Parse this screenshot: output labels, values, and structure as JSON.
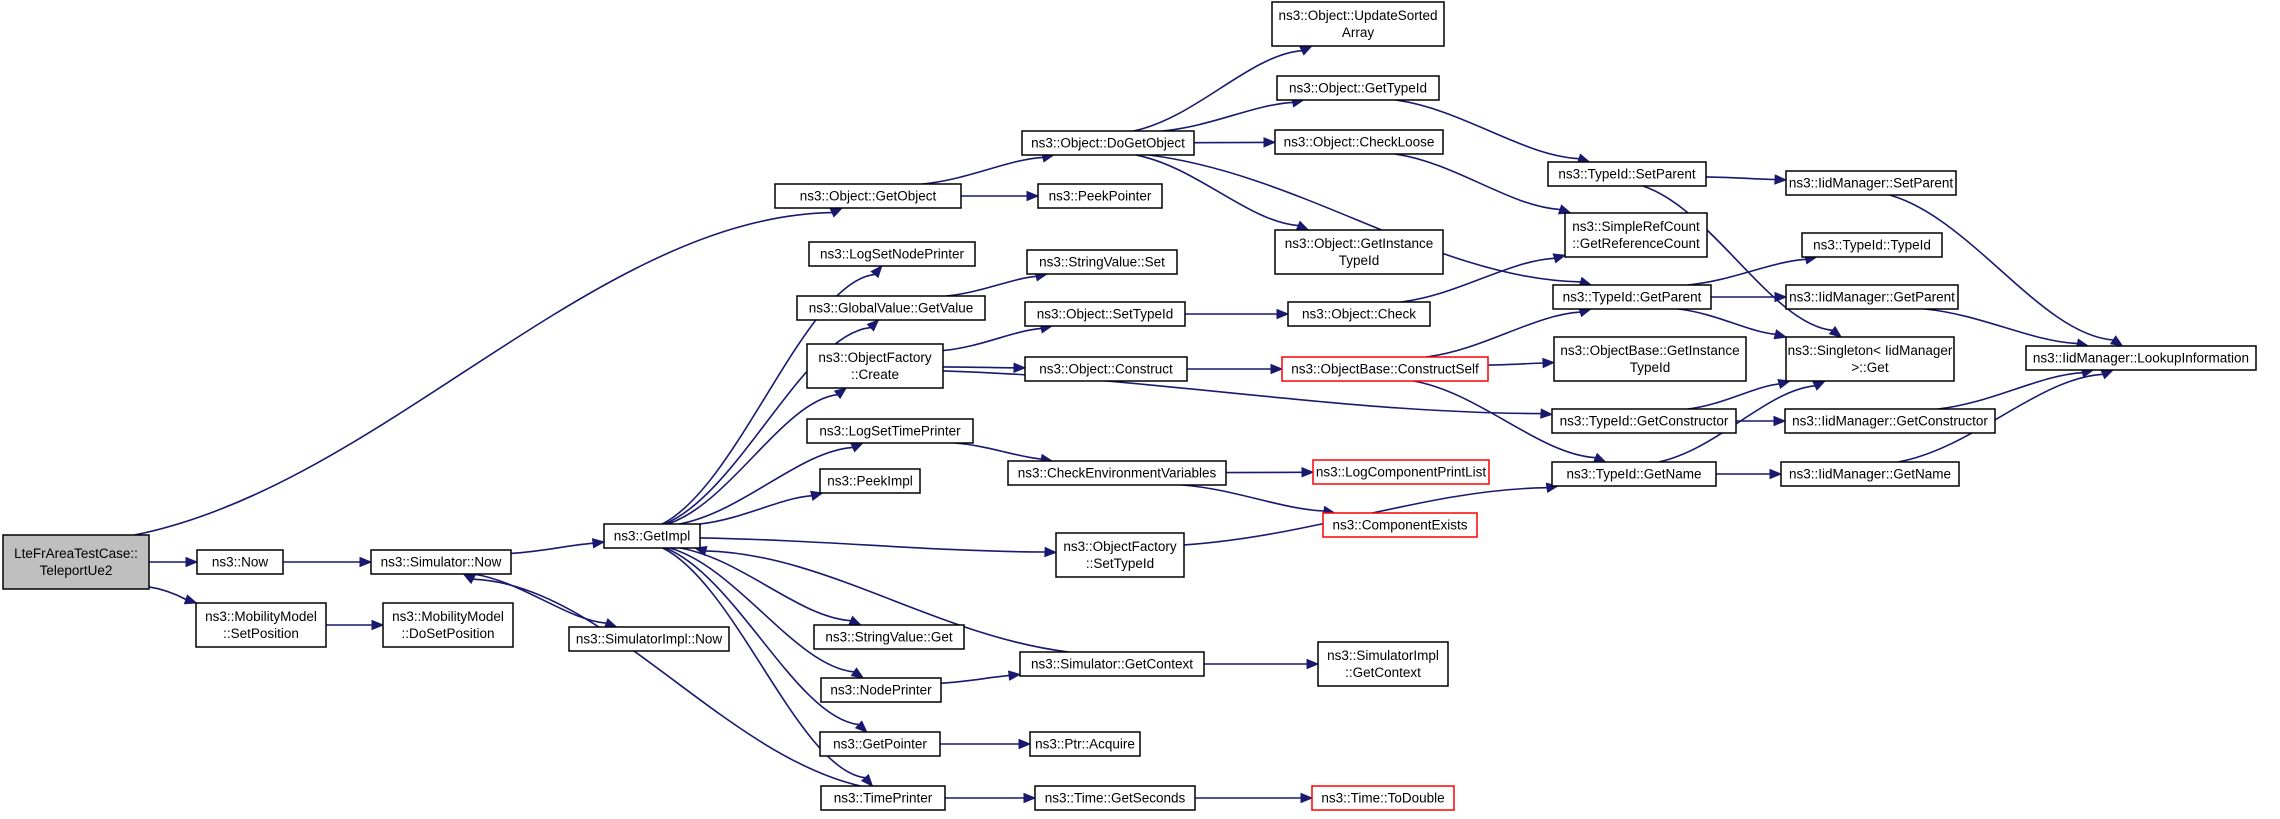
{
  "nodes": [
    {
      "id": "root",
      "lines": [
        "LteFrAreaTestCase::",
        "TeleportUe2"
      ],
      "style": "root"
    },
    {
      "id": "now",
      "lines": [
        "ns3::Now"
      ]
    },
    {
      "id": "mm_setpos",
      "lines": [
        "ns3::MobilityModel",
        "::SetPosition"
      ]
    },
    {
      "id": "sim_now",
      "lines": [
        "ns3::Simulator::Now"
      ]
    },
    {
      "id": "mm_dosetpos",
      "lines": [
        "ns3::MobilityModel",
        "::DoSetPosition"
      ]
    },
    {
      "id": "getobject",
      "lines": [
        "ns3::Object::GetObject"
      ]
    },
    {
      "id": "getimpl",
      "lines": [
        "ns3::GetImpl"
      ]
    },
    {
      "id": "simimpl_now",
      "lines": [
        "ns3::SimulatorImpl::Now"
      ]
    },
    {
      "id": "dogetobject",
      "lines": [
        "ns3::Object::DoGetObject"
      ]
    },
    {
      "id": "peekpointer",
      "lines": [
        "ns3::PeekPointer"
      ]
    },
    {
      "id": "logsetnodeprinter",
      "lines": [
        "ns3::LogSetNodePrinter"
      ]
    },
    {
      "id": "gv_getvalue",
      "lines": [
        "ns3::GlobalValue::GetValue"
      ]
    },
    {
      "id": "of_create",
      "lines": [
        "ns3::ObjectFactory",
        "::Create"
      ]
    },
    {
      "id": "logsettimeprinter",
      "lines": [
        "ns3::LogSetTimePrinter"
      ]
    },
    {
      "id": "peekimpl",
      "lines": [
        "ns3::PeekImpl"
      ]
    },
    {
      "id": "sv_get",
      "lines": [
        "ns3::StringValue::Get"
      ]
    },
    {
      "id": "nodeprinter",
      "lines": [
        "ns3::NodePrinter"
      ]
    },
    {
      "id": "getpointer",
      "lines": [
        "ns3::GetPointer"
      ]
    },
    {
      "id": "timeprinter",
      "lines": [
        "ns3::TimePrinter"
      ]
    },
    {
      "id": "sv_set",
      "lines": [
        "ns3::StringValue::Set"
      ]
    },
    {
      "id": "obj_settypeid",
      "lines": [
        "ns3::Object::SetTypeId"
      ]
    },
    {
      "id": "obj_construct",
      "lines": [
        "ns3::Object::Construct"
      ]
    },
    {
      "id": "checkenv",
      "lines": [
        "ns3::CheckEnvironmentVariables"
      ]
    },
    {
      "id": "of_settypeid",
      "lines": [
        "ns3::ObjectFactory",
        "::SetTypeId"
      ]
    },
    {
      "id": "sim_getcontext",
      "lines": [
        "ns3::Simulator::GetContext"
      ]
    },
    {
      "id": "ptr_acquire",
      "lines": [
        "ns3::Ptr::Acquire"
      ]
    },
    {
      "id": "time_getseconds",
      "lines": [
        "ns3::Time::GetSeconds"
      ]
    },
    {
      "id": "obj_updatesorted",
      "lines": [
        "ns3::Object::UpdateSorted",
        "Array"
      ]
    },
    {
      "id": "obj_gettypeid",
      "lines": [
        "ns3::Object::GetTypeId"
      ]
    },
    {
      "id": "obj_checkloose",
      "lines": [
        "ns3::Object::CheckLoose"
      ]
    },
    {
      "id": "obj_getinstancetypeid",
      "lines": [
        "ns3::Object::GetInstance",
        "TypeId"
      ]
    },
    {
      "id": "obj_check",
      "lines": [
        "ns3::Object::Check"
      ]
    },
    {
      "id": "ob_constructself",
      "lines": [
        "ns3::ObjectBase::ConstructSelf"
      ],
      "style": "red"
    },
    {
      "id": "logcomponentprintlist",
      "lines": [
        "ns3::LogComponentPrintList"
      ],
      "style": "red"
    },
    {
      "id": "componentexists",
      "lines": [
        "ns3::ComponentExists"
      ],
      "style": "red"
    },
    {
      "id": "simimpl_getcontext",
      "lines": [
        "ns3::SimulatorImpl",
        "::GetContext"
      ]
    },
    {
      "id": "time_todouble",
      "lines": [
        "ns3::Time::ToDouble"
      ],
      "style": "red"
    },
    {
      "id": "tid_setparent",
      "lines": [
        "ns3::TypeId::SetParent"
      ]
    },
    {
      "id": "simplerefcount",
      "lines": [
        "ns3::SimpleRefCount",
        "::GetReferenceCount"
      ]
    },
    {
      "id": "tid_getparent",
      "lines": [
        "ns3::TypeId::GetParent"
      ]
    },
    {
      "id": "ob_getinstancetypeid",
      "lines": [
        "ns3::ObjectBase::GetInstance",
        "TypeId"
      ]
    },
    {
      "id": "tid_getconstructor",
      "lines": [
        "ns3::TypeId::GetConstructor"
      ]
    },
    {
      "id": "tid_getname",
      "lines": [
        "ns3::TypeId::GetName"
      ]
    },
    {
      "id": "iid_setparent",
      "lines": [
        "ns3::IidManager::SetParent"
      ]
    },
    {
      "id": "tid_typeid",
      "lines": [
        "ns3::TypeId::TypeId"
      ]
    },
    {
      "id": "iid_getparent",
      "lines": [
        "ns3::IidManager::GetParent"
      ]
    },
    {
      "id": "singleton_get",
      "lines": [
        "ns3::Singleton< IidManager",
        " >::Get"
      ]
    },
    {
      "id": "iid_getconstructor",
      "lines": [
        "ns3::IidManager::GetConstructor"
      ]
    },
    {
      "id": "iid_getname",
      "lines": [
        "ns3::IidManager::GetName"
      ]
    },
    {
      "id": "iid_lookup",
      "lines": [
        "ns3::IidManager::LookupInformation"
      ]
    }
  ],
  "edges": [
    [
      "root",
      "getobject"
    ],
    [
      "root",
      "now"
    ],
    [
      "root",
      "mm_setpos"
    ],
    [
      "now",
      "sim_now"
    ],
    [
      "mm_setpos",
      "mm_dosetpos"
    ],
    [
      "sim_now",
      "getimpl"
    ],
    [
      "sim_now",
      "simimpl_now"
    ],
    [
      "getobject",
      "dogetobject"
    ],
    [
      "getobject",
      "peekpointer"
    ],
    [
      "getimpl",
      "logsetnodeprinter"
    ],
    [
      "getimpl",
      "gv_getvalue"
    ],
    [
      "getimpl",
      "of_create"
    ],
    [
      "getimpl",
      "logsettimeprinter"
    ],
    [
      "getimpl",
      "peekimpl"
    ],
    [
      "getimpl",
      "of_settypeid"
    ],
    [
      "getimpl",
      "sv_get"
    ],
    [
      "getimpl",
      "nodeprinter"
    ],
    [
      "getimpl",
      "getpointer"
    ],
    [
      "getimpl",
      "timeprinter"
    ],
    [
      "dogetobject",
      "obj_updatesorted"
    ],
    [
      "dogetobject",
      "obj_gettypeid"
    ],
    [
      "dogetobject",
      "obj_checkloose"
    ],
    [
      "dogetobject",
      "obj_getinstancetypeid"
    ],
    [
      "dogetobject",
      "tid_getparent"
    ],
    [
      "gv_getvalue",
      "sv_set"
    ],
    [
      "of_create",
      "obj_settypeid"
    ],
    [
      "of_create",
      "obj_construct"
    ],
    [
      "of_create",
      "tid_getconstructor"
    ],
    [
      "logsettimeprinter",
      "checkenv"
    ],
    [
      "nodeprinter",
      "sim_getcontext"
    ],
    [
      "getpointer",
      "ptr_acquire"
    ],
    [
      "timeprinter",
      "time_getseconds"
    ],
    [
      "timeprinter",
      "sim_now"
    ],
    [
      "obj_settypeid",
      "obj_check"
    ],
    [
      "obj_construct",
      "ob_constructself"
    ],
    [
      "checkenv",
      "logcomponentprintlist"
    ],
    [
      "checkenv",
      "componentexists"
    ],
    [
      "of_settypeid",
      "tid_getname"
    ],
    [
      "sim_getcontext",
      "simimpl_getcontext"
    ],
    [
      "sim_getcontext",
      "getimpl"
    ],
    [
      "time_getseconds",
      "time_todouble"
    ],
    [
      "obj_gettypeid",
      "tid_setparent"
    ],
    [
      "obj_checkloose",
      "simplerefcount"
    ],
    [
      "obj_check",
      "simplerefcount"
    ],
    [
      "ob_constructself",
      "tid_getparent"
    ],
    [
      "ob_constructself",
      "ob_getinstancetypeid"
    ],
    [
      "ob_constructself",
      "tid_getname"
    ],
    [
      "tid_setparent",
      "iid_setparent"
    ],
    [
      "tid_setparent",
      "singleton_get"
    ],
    [
      "tid_getparent",
      "tid_typeid"
    ],
    [
      "tid_getparent",
      "iid_getparent"
    ],
    [
      "tid_getparent",
      "singleton_get"
    ],
    [
      "tid_getconstructor",
      "iid_getconstructor"
    ],
    [
      "tid_getconstructor",
      "singleton_get"
    ],
    [
      "tid_getname",
      "iid_getname"
    ],
    [
      "tid_getname",
      "singleton_get"
    ],
    [
      "iid_setparent",
      "iid_lookup"
    ],
    [
      "iid_getparent",
      "iid_lookup"
    ],
    [
      "iid_getconstructor",
      "iid_lookup"
    ],
    [
      "iid_getname",
      "iid_lookup"
    ]
  ]
}
